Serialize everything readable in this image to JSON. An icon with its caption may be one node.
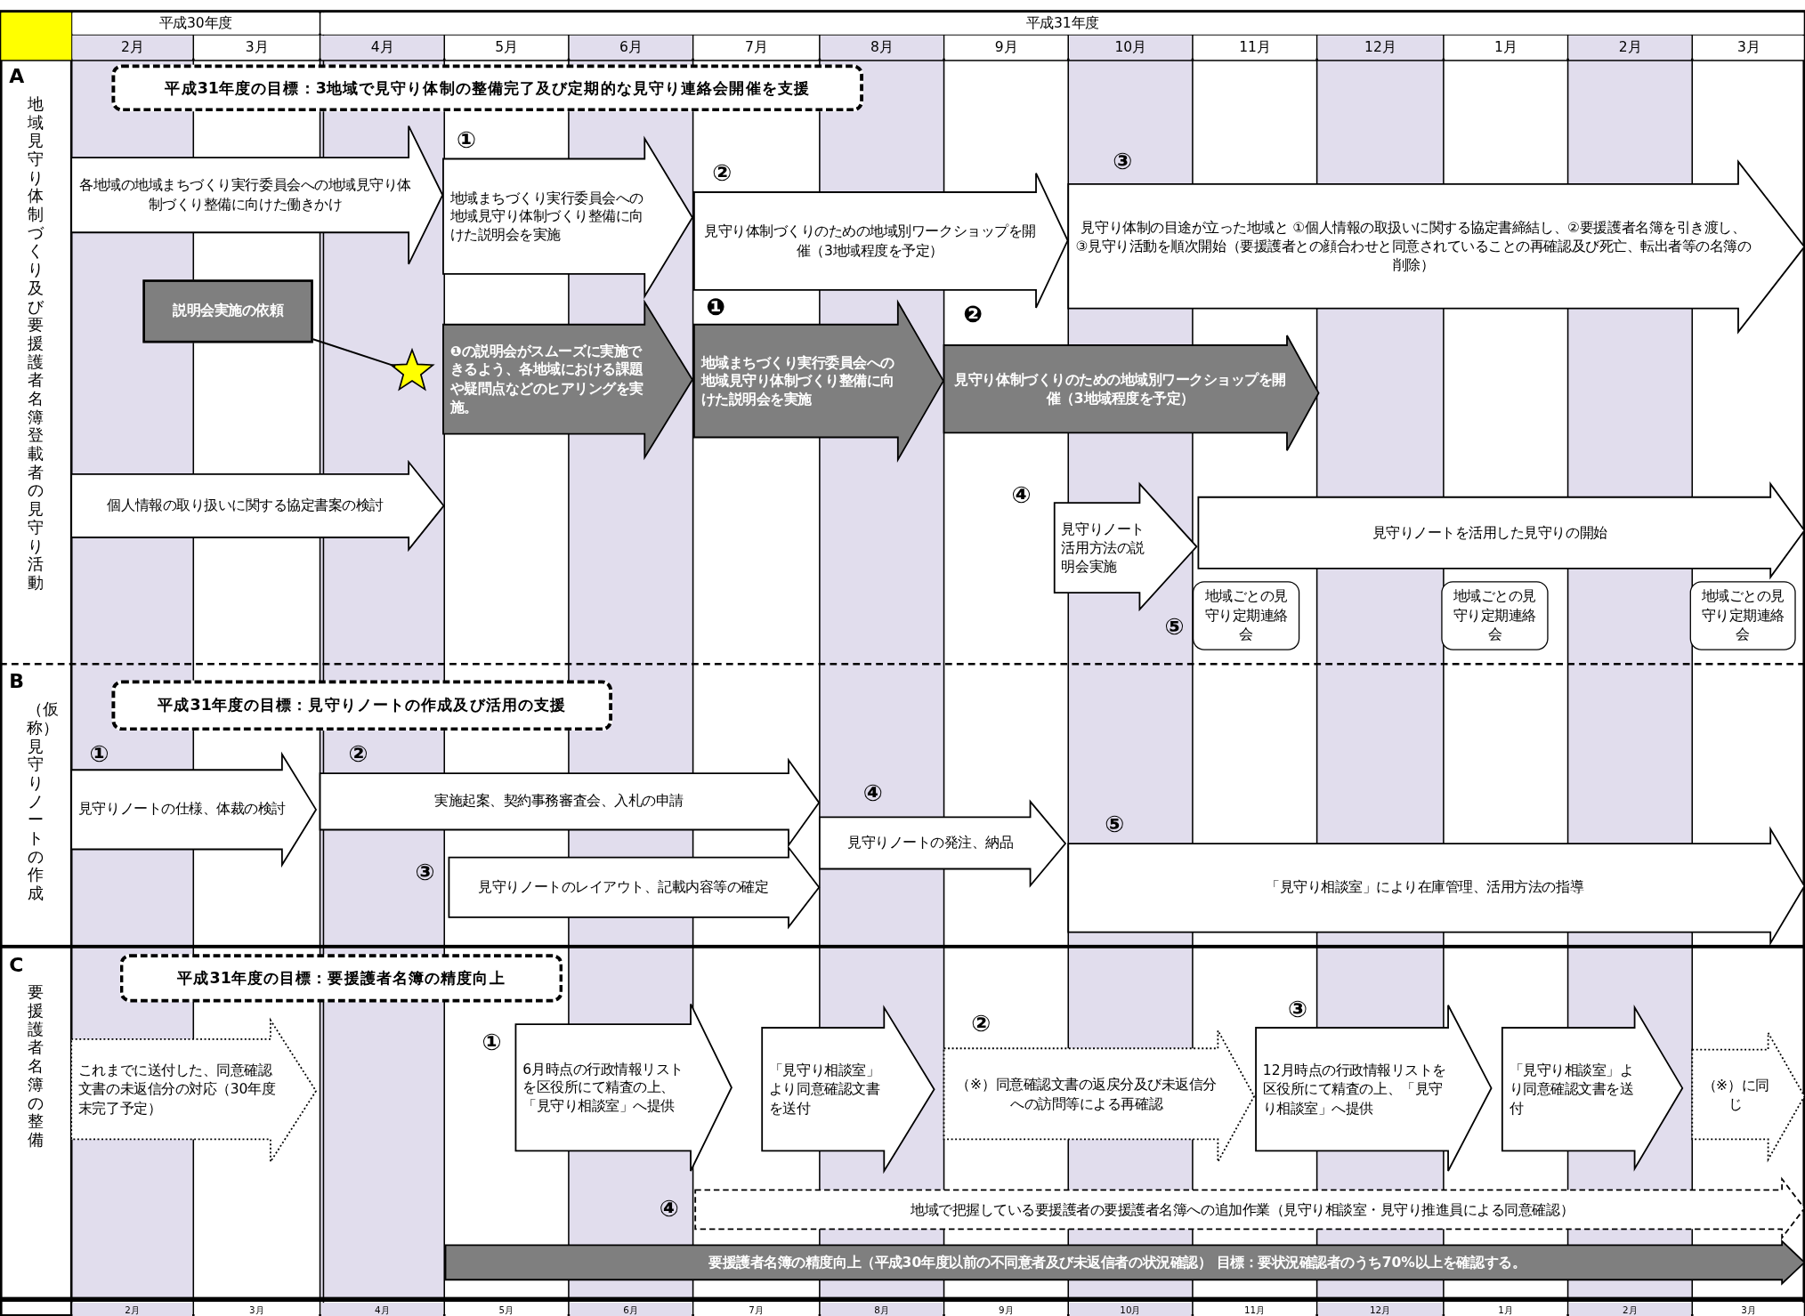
{
  "diagram": {
    "nodes": [
      {
        "text": [
          "A",
          "地域見守り体制づくり及び要援護者名簿登載者の見守り活動"
        ]
      },
      {
        "text": [
          "平成31年度の目標：3地域で見守り体制の整備完了及び定期的な見守り連絡会開催を支援"
        ],
        "in": 0
      },
      {
        "text": [
          "各地域の地域まちづくり実行委員会への地域見守り体制づくり整備に向けた働きかけ"
        ],
        "in": 0
      },
      {
        "text": [
          "説明会実施の依頼"
        ],
        "in": 0
      },
      {
        "text": [],
        "shape": "star",
        "in": 0
      },
      {
        "text": [
          "個人情報の取り扱いに関する協定書案の検討"
        ],
        "in": 0
      },
      {
        "text": [
          "地域まちづくり実行委員会への地域見守り体制づくり整備に向けた説明会を実施"
        ],
        "in": 0
      },
      {
        "text": [
          "❶の説明会がスムーズに実施できるよう、各地域における課題や疑問点などのヒアリングを実施。"
        ],
        "in": 0
      },
      {
        "text": [
          "見守り体制づくりのための地域別ワークショップを開催（3地域程度を予定）"
        ],
        "in": 0
      },
      {
        "text": [
          "地域まちづくり実行委員会への地域見守り体制づくり整備に向けた説明会を実施"
        ],
        "in": 0
      },
      {
        "text": [
          "見守り体制づくりのための地域別ワークショップを開催（3地域程度を予定）"
        ],
        "in": 0
      },
      {
        "text": [
          "見守り体制の目途が立った地域と ①個人情報の取扱いに関する協定書締結し、②要援護者名簿を引き渡し、③見守り活動を順次開始（要援護者との顔合わせと同意されていることの再確認及び死亡、転出者等の名簿の削除）"
        ],
        "in": 0
      },
      {
        "text": [
          "見守りノート活用方法の説明会実施"
        ],
        "in": 0
      },
      {
        "text": [
          "見守りノートを活用した見守りの開始"
        ],
        "in": 0
      },
      {
        "text": [
          "地域ごとの見守り定期連絡会"
        ],
        "in": 0
      },
      {
        "text": [
          "地域ごとの見守り定期連絡会"
        ],
        "in": 0
      },
      {
        "text": [
          "地域ごとの見守り定期連絡会"
        ],
        "in": 0
      },
      {
        "text": [
          "B",
          "（仮称）見守りノートの作成"
        ]
      },
      {
        "text": [
          "平成31年度の目標：見守りノートの作成及び活用の支援"
        ],
        "in": 17
      },
      {
        "text": [
          "見守りノートの仕様、体裁の検討"
        ],
        "in": 17
      },
      {
        "text": [
          "実施起案、契約事務審査会、入札の申請"
        ],
        "in": 17
      },
      {
        "text": [
          "見守りノートのレイアウト、記載内容等の確定"
        ],
        "in": 17
      },
      {
        "text": [
          "見守りノートの発注、納品"
        ],
        "in": 17
      },
      {
        "text": [
          "「見守り相談室」により在庫管理、活用方法の指導"
        ],
        "in": 17
      },
      {
        "text": [
          "C",
          "要援護者名簿の整備"
        ]
      },
      {
        "text": [
          "平成31年度の目標：要援護者名簿の精度向上"
        ],
        "in": 24
      },
      {
        "text": [
          "これまでに送付した、同意確認文書の未返信分の対応（30年度末完了予定）"
        ],
        "in": 24
      },
      {
        "text": [
          "6月時点の行政情報リストを区役所にて精査の上、「見守り相談室」へ提供"
        ],
        "in": 24
      },
      {
        "text": [
          "「見守り相談室」より同意確認文書を送付"
        ],
        "in": 24
      },
      {
        "text": [
          "（※）同意確認文書の返戻分及び未返信分への訪問等による再確認"
        ],
        "in": 24
      },
      {
        "text": [
          "12月時点の行政情報リストを区役所にて精査の上、「見守り相談室」へ提供"
        ],
        "in": 24
      },
      {
        "text": [
          "「見守り相談室」より同意確認文書を送付"
        ],
        "in": 24
      },
      {
        "text": [
          "（※）に同じ"
        ],
        "in": 24
      },
      {
        "text": [
          "地域で把握している要援護者の要援護者名簿への追加作業（見守り相談室・見守り推進員による同意確認）"
        ],
        "in": 24
      },
      {
        "text": [
          "要援護者名簿の精度向上（平成30年度以前の不同意者及び未返信者の状況確認） 目標：要状況確認者のうち70%以上を確認する。"
        ],
        "in": 24
      }
    ],
    "edges": [
      {
        "from": 3,
        "to": 4,
        "arrow": "none"
      }
    ],
    "labels": [
      "平成30年度",
      "平成31年度",
      "2月",
      "3月",
      "4月",
      "5月",
      "6月",
      "7月",
      "8月",
      "9月",
      "10月",
      "11月",
      "12月",
      "1月",
      "2月",
      "3月",
      "①",
      "③",
      "②",
      "❶",
      "❷",
      "④",
      "⑤",
      "①",
      "②",
      "④",
      "⑤",
      "③",
      "③",
      "②",
      "①",
      "④",
      "2月",
      "3月",
      "4月",
      "5月",
      "6月",
      "7月",
      "8月",
      "9月",
      "10月",
      "11月",
      "12月",
      "1月",
      "2月",
      "3月"
    ]
  }
}
